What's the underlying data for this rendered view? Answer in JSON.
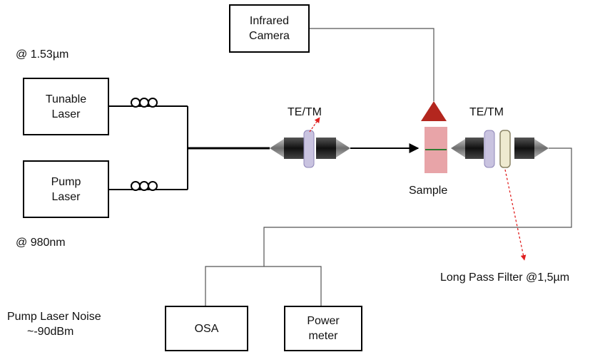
{
  "labels": {
    "wavelength_top": "@ 1.53µm",
    "wavelength_bottom": "@ 980nm",
    "polarizer_left": "TE/TM",
    "polarizer_right": "TE/TM",
    "sample": "Sample",
    "filter": "Long Pass Filter @1,5µm",
    "noise_line1": "Pump Laser Noise",
    "noise_line2": "~-90dBm"
  },
  "boxes": {
    "tunable_laser": [
      "Tunable",
      "Laser"
    ],
    "pump_laser": [
      "Pump",
      "Laser"
    ],
    "infrared_camera": [
      "Infrared",
      "Camera"
    ],
    "osa": [
      "OSA"
    ],
    "power_meter": [
      "Power",
      "meter"
    ]
  },
  "colors": {
    "lens_dark": "#1a1a1a",
    "lens_grey": "#8a8a8a",
    "waveplate": "#c9c3e0",
    "waveplate_edge": "#8f87b8",
    "filter_fill": "#eeead0",
    "sample_fill": "#e8a4a8",
    "camera_prism": "#b3261e",
    "dashed_arrow": "#e02020"
  }
}
